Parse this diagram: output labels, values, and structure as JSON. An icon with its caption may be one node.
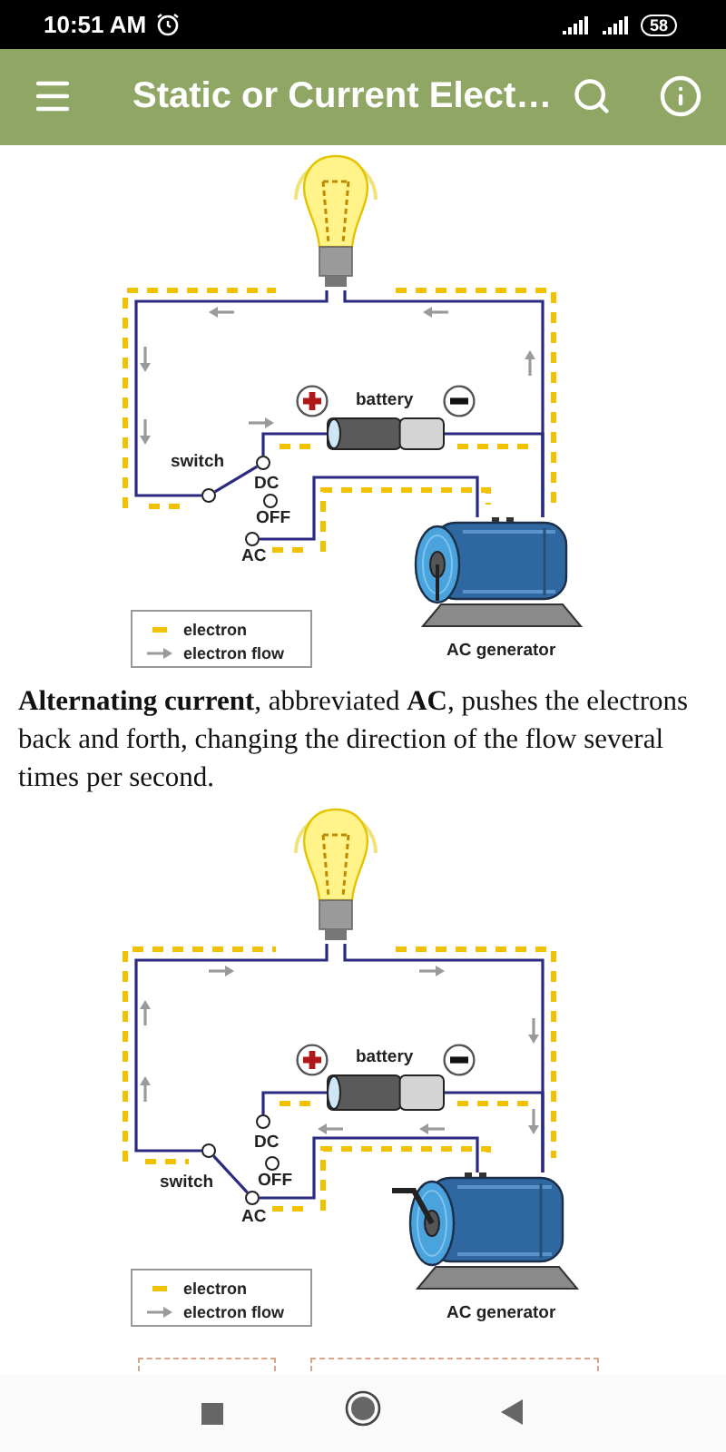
{
  "diagram": {
    "title": "Static or Current Elect…",
    "nodes": [
      {
        "text": [],
        "shape": "picture"
      },
      {
        "text": [],
        "shape": "picture",
        "beside": [
          "battery"
        ]
      },
      {
        "text": [],
        "shape": "circle",
        "beside": [
          "switch"
        ]
      },
      {
        "text": [],
        "shape": "circle",
        "beside": [
          "DC"
        ]
      },
      {
        "text": [],
        "shape": "circle",
        "beside": [
          "OFF"
        ]
      },
      {
        "text": [],
        "shape": "circle",
        "beside": [
          "AC"
        ]
      },
      {
        "text": [],
        "shape": "picture",
        "beside": [
          "AC generator"
        ]
      },
      {
        "text": [],
        "shape": "picture"
      },
      {
        "text": [],
        "shape": "picture",
        "beside": [
          "battery"
        ]
      },
      {
        "text": [],
        "shape": "circle",
        "beside": [
          "switch"
        ]
      },
      {
        "text": [],
        "shape": "circle",
        "beside": [
          "DC"
        ]
      },
      {
        "text": [],
        "shape": "circle",
        "beside": [
          "OFF"
        ]
      },
      {
        "text": [],
        "shape": "circle",
        "beside": [
          "AC"
        ]
      },
      {
        "text": [],
        "shape": "picture",
        "beside": [
          "AC generator"
        ]
      }
    ],
    "edges": [
      {
        "from": 0,
        "to": 2,
        "arrow": "none"
      },
      {
        "from": 0,
        "to": 6,
        "arrow": "none"
      },
      {
        "from": 2,
        "to": 3,
        "arrow": "none"
      },
      {
        "from": 3,
        "to": 1,
        "arrow": "none"
      },
      {
        "from": 1,
        "to": 6,
        "arrow": "none"
      },
      {
        "from": 5,
        "to": 6,
        "arrow": "none"
      },
      {
        "from": 7,
        "to": 9,
        "arrow": "none"
      },
      {
        "from": 7,
        "to": 13,
        "arrow": "none"
      },
      {
        "from": 9,
        "to": 12,
        "arrow": "none"
      },
      {
        "from": 10,
        "to": 8,
        "arrow": "none"
      },
      {
        "from": 8,
        "to": 13,
        "arrow": "none"
      },
      {
        "from": 12,
        "to": 13,
        "arrow": "none"
      }
    ],
    "labels": [
      "10:51 AM",
      "58",
      "**Alternating current**, abbreviated **AC**, pushes the electrons back and forth, changing the direction of the flow several times per second."
    ],
    "legend": [
      {
        "text": "electron"
      },
      {
        "text": "electron flow"
      },
      {
        "text": "electron"
      },
      {
        "text": "electron flow"
      }
    ]
  }
}
